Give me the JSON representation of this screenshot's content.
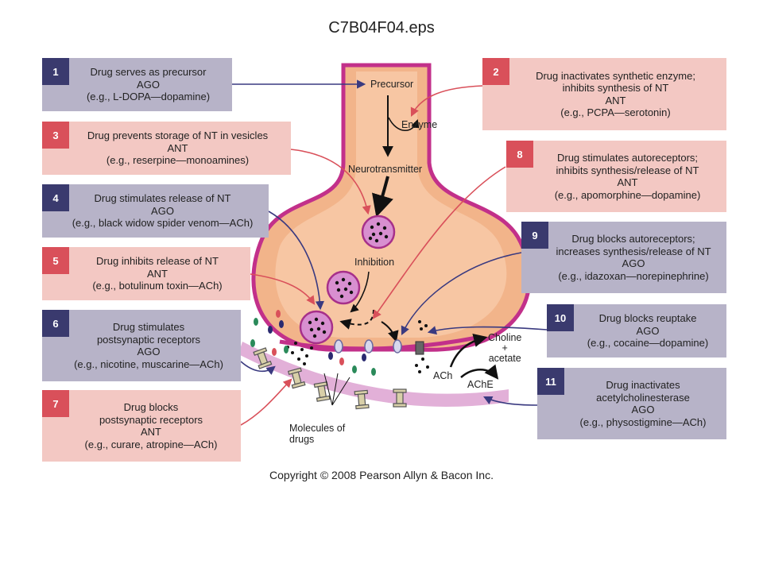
{
  "title": "C7B04F04.eps",
  "copyright": "Copyright © 2008 Pearson Allyn & Bacon Inc.",
  "colors": {
    "terminal_fill": "#f2b48a",
    "membrane": "#c2308a",
    "postsynaptic": "#e2b0d8",
    "ago_box": "#b7b3c8",
    "ant_box": "#f3c8c3",
    "ago_num": "#3a3a6e",
    "ant_num": "#d9505a",
    "arrow_ago": "#3a3a80",
    "arrow_ant": "#d9505a"
  },
  "labels": {
    "precursor": "Precursor",
    "enzyme": "Enzyme",
    "neurotransmitter": "Neurotransmitter",
    "inhibition": "Inhibition",
    "choline_acetate": [
      "Choline",
      "+",
      "acetate"
    ],
    "ach": "ACh",
    "ache": "AChE",
    "molecules_of_drugs": [
      "Molecules of",
      "drugs"
    ]
  },
  "boxes": [
    {
      "num": "1",
      "type": "ago",
      "lines": [
        "Drug serves as precursor",
        "AGO",
        "(e.g., L-DOPA—dopamine)"
      ]
    },
    {
      "num": "2",
      "type": "ant",
      "lines": [
        "Drug inactivates synthetic enzyme;",
        "inhibits synthesis of NT",
        "ANT",
        "(e.g., PCPA—serotonin)"
      ]
    },
    {
      "num": "3",
      "type": "ant",
      "lines": [
        "Drug prevents storage of NT in vesicles",
        "ANT",
        "(e.g., reserpine—monoamines)"
      ]
    },
    {
      "num": "4",
      "type": "ago",
      "lines": [
        "Drug stimulates release of NT",
        "AGO",
        "(e.g., black widow spider venom—ACh)"
      ]
    },
    {
      "num": "5",
      "type": "ant",
      "lines": [
        "Drug inhibits release of NT",
        "ANT",
        "(e.g., botulinum toxin—ACh)"
      ]
    },
    {
      "num": "6",
      "type": "ago",
      "lines": [
        "Drug stimulates",
        "postsynaptic receptors",
        "AGO",
        "(e.g., nicotine, muscarine—ACh)"
      ]
    },
    {
      "num": "7",
      "type": "ant",
      "lines": [
        "Drug blocks",
        "postsynaptic receptors",
        "ANT",
        "(e.g., curare, atropine—ACh)"
      ]
    },
    {
      "num": "8",
      "type": "ant",
      "lines": [
        "Drug stimulates autoreceptors;",
        "inhibits synthesis/release of NT",
        "ANT",
        "(e.g., apomorphine—dopamine)"
      ]
    },
    {
      "num": "9",
      "type": "ago",
      "lines": [
        "Drug blocks autoreceptors;",
        "increases synthesis/release of NT",
        "AGO",
        "(e.g., idazoxan—norepinephrine)"
      ]
    },
    {
      "num": "10",
      "type": "ago",
      "lines": [
        "Drug blocks reuptake",
        "AGO",
        "(e.g., cocaine—dopamine)"
      ]
    },
    {
      "num": "11",
      "type": "ago",
      "lines": [
        "Drug inactivates",
        "acetylcholinesterase",
        "AGO",
        "(e.g., physostigmine—ACh)"
      ]
    }
  ]
}
